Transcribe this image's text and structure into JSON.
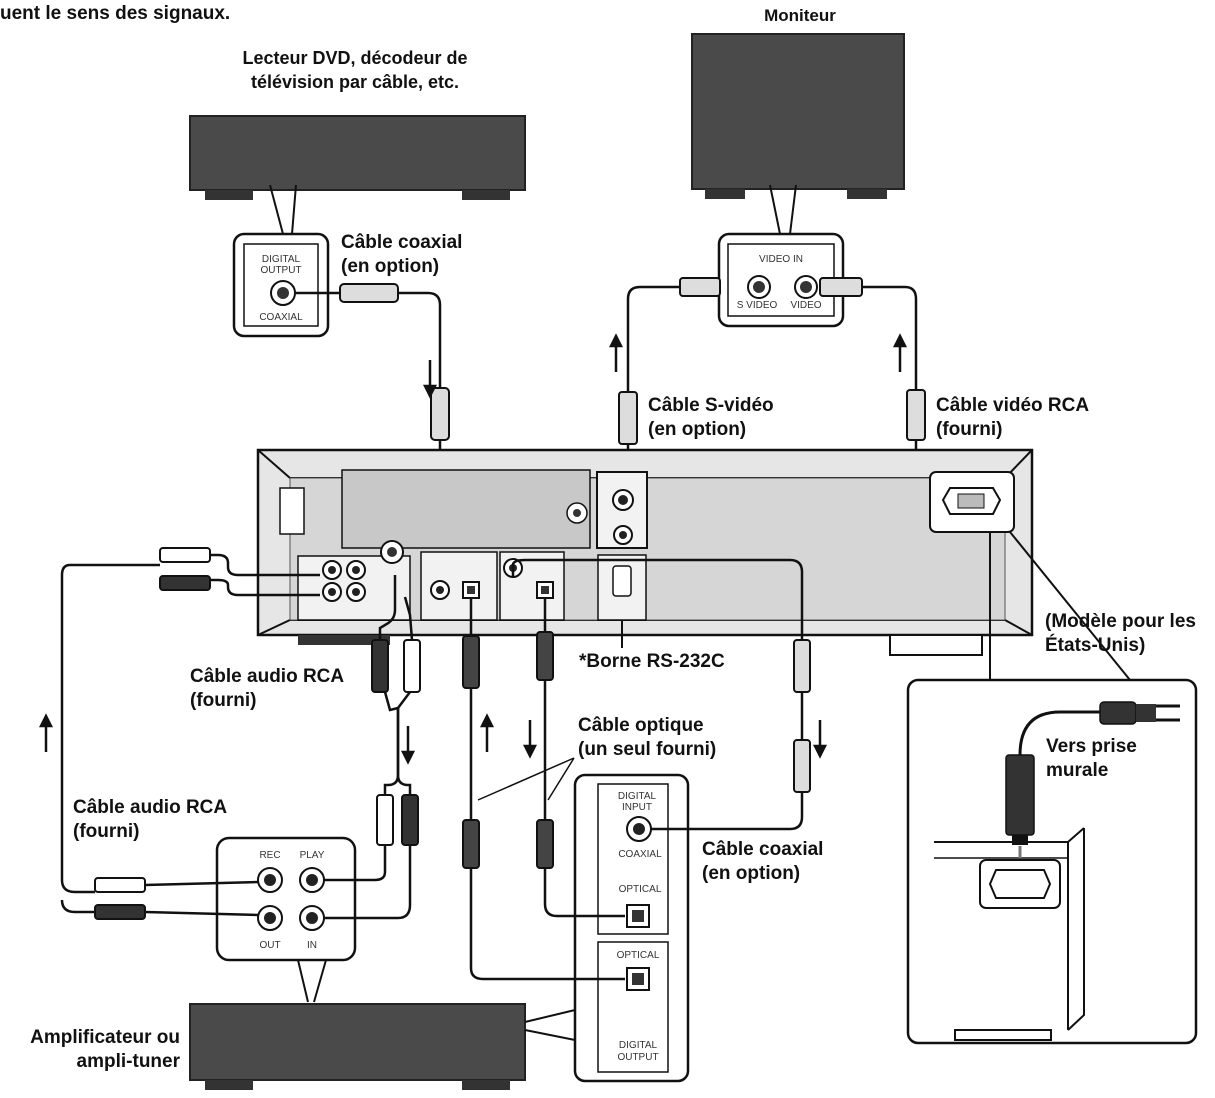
{
  "header": {
    "signal_note": "uent le sens des signaux.",
    "monitor_title": "Moniteur"
  },
  "sources": {
    "dvd_title_line1": "Lecteur DVD, décodeur de",
    "dvd_title_line2": "télévision par câble, etc.",
    "dvd_panel_line1": "DIGITAL",
    "dvd_panel_line2": "OUTPUT",
    "dvd_panel_line3": "COAXIAL"
  },
  "monitor_panel": {
    "video_in": "VIDEO IN",
    "s_video": "S VIDEO",
    "video": "VIDEO"
  },
  "cables": {
    "coax_top_line1": "Câble coaxial",
    "coax_top_line2": "(en option)",
    "svideo_line1": "Câble S-vidéo",
    "svideo_line2": "(en option)",
    "rca_video_line1": "Câble vidéo RCA",
    "rca_video_line2": "(fourni)",
    "rca_audio_upper_line1": "Câble audio RCA",
    "rca_audio_upper_line2": "(fourni)",
    "rca_audio_lower_line1": "Câble audio RCA",
    "rca_audio_lower_line2": "(fourni)",
    "optical_line1": "Câble optique",
    "optical_line2": "(un seul fourni)",
    "coax_right_line1": "Câble coaxial",
    "coax_right_line2": "(en option)"
  },
  "unit": {
    "rs232_label": "*Borne RS-232C"
  },
  "power": {
    "us_model_line1": "(Modèle pour les",
    "us_model_line2": "États-Unis)",
    "wall_line1": "Vers prise",
    "wall_line2": "murale"
  },
  "amplifier": {
    "title_line1": "Amplificateur ou",
    "title_line2": "ampli-tuner",
    "rec": "REC",
    "play": "PLAY",
    "out": "OUT",
    "in": "IN",
    "dig_in_line1": "DIGITAL",
    "dig_in_line2": "INPUT",
    "coaxial": "COAXIAL",
    "optical_in": "OPTICAL",
    "optical_out": "OPTICAL",
    "dig_out_line1": "DIGITAL",
    "dig_out_line2": "OUTPUT"
  }
}
